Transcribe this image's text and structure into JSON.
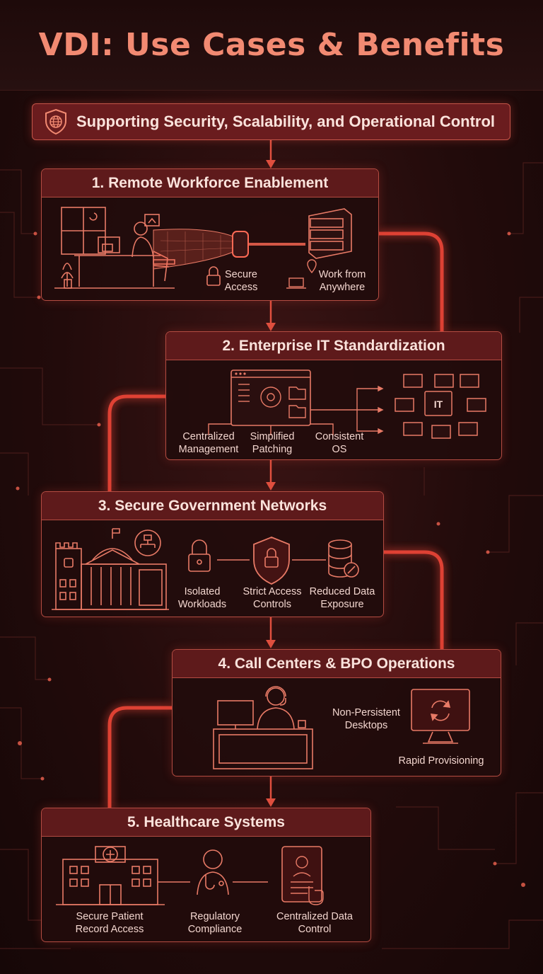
{
  "title": "VDI: Use Cases & Benefits",
  "subtitle": "Supporting Security, Scalability, and Operational Control",
  "colors": {
    "accent": "#f28a72",
    "panel_header": "#5e1a1b",
    "border": "#b44c42",
    "glow": "#ff4b3a"
  },
  "icons": [
    "shield-globe-icon",
    "lock-icon",
    "location-pin-icon",
    "server-icon",
    "desktop-window-icon",
    "monitor-icon",
    "government-building-icon",
    "shield-lock-icon",
    "database-icon",
    "agent-headset-icon",
    "refresh-monitor-icon",
    "hospital-icon",
    "doctor-icon",
    "tablet-record-icon"
  ],
  "sections": [
    {
      "title": "1. Remote Workforce Enablement",
      "labels": [
        "Secure\nAccess",
        "Work from\nAnywhere"
      ]
    },
    {
      "title": "2. Enterprise IT Standardization",
      "labels": [
        "Centralized\nManagement",
        "Simplified\nPatching",
        "Consistent\nOS"
      ],
      "badge": "IT"
    },
    {
      "title": "3. Secure Government Networks",
      "labels": [
        "Isolated\nWorkloads",
        "Strict Access\nControls",
        "Reduced Data\nExposure"
      ]
    },
    {
      "title": "4. Call Centers & BPO Operations",
      "labels": [
        "Non-Persistent\nDesktops",
        "Rapid Provisioning"
      ]
    },
    {
      "title": "5. Healthcare Systems",
      "labels": [
        "Secure Patient\nRecord Access",
        "Regulatory\nCompliance",
        "Centralized Data\nControl"
      ]
    }
  ]
}
